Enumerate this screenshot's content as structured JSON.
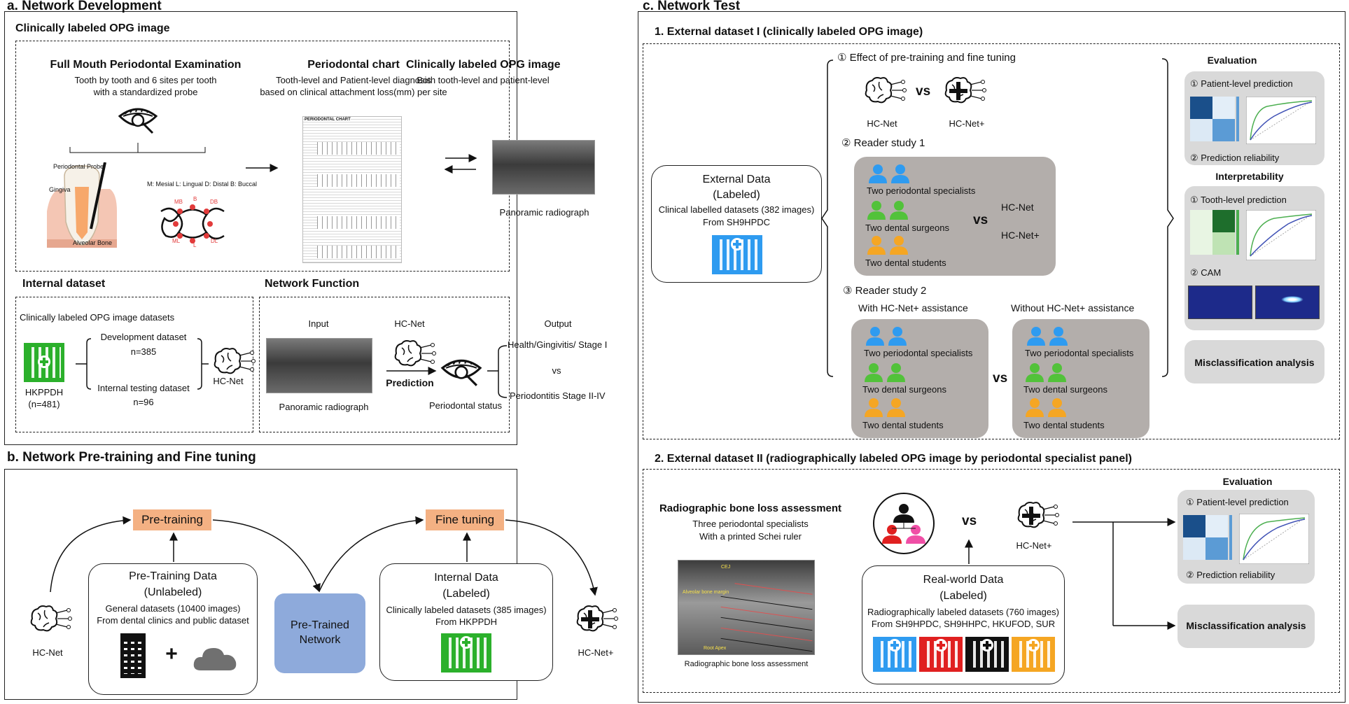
{
  "a": {
    "title": "a. Network Development",
    "clin_title": "Clinically labeled OPG image",
    "fmpe_title": "Full Mouth Periodontal Examination",
    "fmpe_l1": "Tooth by tooth and 6 sites per tooth",
    "fmpe_l2": "with a standardized probe",
    "probe": "Periodontal Probe",
    "gingiva": "Gingiva",
    "alveolar": "Alveolar Bone",
    "sites_legend": "M: Mesial L: Lingual D: Distal B: Buccal",
    "site_labels": [
      "MB",
      "B",
      "DB",
      "ML",
      "L",
      "DL"
    ],
    "chart_title": "Periodontal chart",
    "chart_l1": "Tooth-level and Patient-level diagnosis",
    "chart_l2": "based on clinical attachment loss(mm) per site",
    "chart_header": "PERIODONTAL CHART",
    "opg_title": "Clinically labeled OPG image",
    "opg_l1": "Both tooth-level and patient-level",
    "opg_caption": "Panoramic radiograph",
    "internal_title": "Internal dataset",
    "internal_l1": "Clinically labeled OPG image datasets",
    "hospital": "HKPPDH",
    "hospital_n": "(n=481)",
    "dev_label": "Development dataset",
    "dev_n": "n=385",
    "test_label": "Internal testing dataset",
    "test_n": "n=96",
    "hcnet": "HC-Net",
    "func_title": "Network Function",
    "input": "Input",
    "func_hcnet": "HC-Net",
    "output": "Output",
    "prediction": "Prediction",
    "func_opg_caption": "Panoramic radiograph",
    "perio_status": "Periodontal status",
    "out1": "Health/Gingivitis/ Stage I",
    "out_vs": "vs",
    "out2": "Periodontitis Stage II-IV"
  },
  "b": {
    "title": "b. Network Pre-training and Fine tuning",
    "pretraining": "Pre-training",
    "finetuning": "Fine tuning",
    "hcnet": "HC-Net",
    "hcnetplus": "HC-Net+",
    "pre_data_t1": "Pre-Training Data",
    "pre_data_t2": "(Unlabeled)",
    "pre_data_l1": "General datasets (10400 images)",
    "pre_data_l2": "From dental clinics and public dataset",
    "plus": "+",
    "pretrained_l1": "Pre-Trained",
    "pretrained_l2": "Network",
    "int_t1": "Internal Data",
    "int_t2": "(Labeled)",
    "int_l1": "Clinically labeled datasets (385 images)",
    "int_l2": "From HKPPDH"
  },
  "c": {
    "title": "c. Network Test",
    "ext1_title": "1. External dataset I (clinically labeled OPG image)",
    "effect": "① Effect of pre-training and fine tuning",
    "hcnet": "HC-Net",
    "hcnetplus": "HC-Net+",
    "vs": "vs",
    "reader1": "② Reader study 1",
    "reader2": "③ Reader study 2",
    "ext_t1": "External Data",
    "ext_t2": "(Labeled)",
    "ext_l1": "Clinical labelled datasets (382 images)",
    "ext_l2": "From SH9HPDC",
    "specialists": "Two periodontal specialists",
    "surgeons": "Two dental surgeons",
    "students": "Two dental students",
    "with": "With HC-Net+ assistance",
    "without": "Without HC-Net+ assistance",
    "evaluation": "Evaluation",
    "patient_pred": "① Patient-level prediction",
    "reliability": "② Prediction reliability",
    "interpretability": "Interpretability",
    "tooth_pred": "① Tooth-level prediction",
    "cam": "② CAM",
    "misclass": "Misclassification analysis",
    "ext2_title": "2. External dataset II (radiographically labeled OPG image by periodontal specialist panel)",
    "rbl_title": "Radiographic bone loss assessment",
    "rbl_l1": "Three periodontal specialists",
    "rbl_l2": "With a printed  Schei ruler",
    "rbl_caption": "Radiographic bone loss assessment",
    "xray_labels": [
      "CEJ",
      "Alveolar bone margin",
      "Root Apex"
    ],
    "rw_t1": "Real-world Data",
    "rw_t2": "(Labeled)",
    "rw_l1": "Radiographically labeled datasets (760 images)",
    "rw_l2": "From SH9HPDC, SH9HHPC, HKUFOD, SUR"
  },
  "colors": {
    "blue_person": "#2e9bf0",
    "green_person": "#52c23a",
    "orange_person": "#f5a623",
    "grey_box": "#b3aeab",
    "light_grey_box": "#d9d9d9",
    "orange_box": "#f4b183",
    "pretrained_box": "#8eaadb",
    "hospital_green": "#2bb02b",
    "hospital_blue": "#2e9bf0",
    "hospital_red": "#e02020",
    "hospital_black": "#111111",
    "hospital_orange": "#f5a623"
  },
  "icons": [
    "brain-network-icon",
    "brain-plus-icon",
    "person-icon",
    "hospital-icon",
    "building-icon",
    "cloud-icon",
    "mouth-probe-icon",
    "tooth-icon"
  ]
}
